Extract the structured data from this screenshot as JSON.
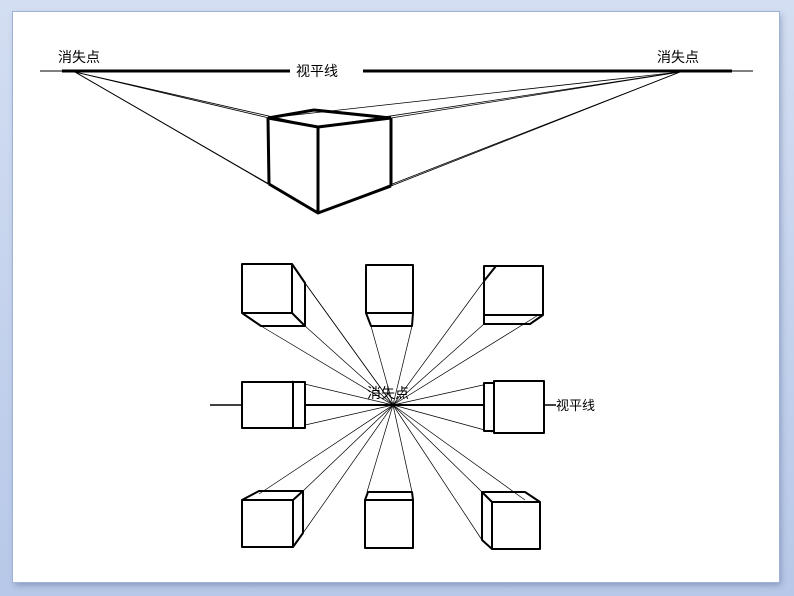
{
  "labels": {
    "vanishing_point_left": "消失点",
    "vanishing_point_right": "消失点",
    "horizon_top": "视平线",
    "vanishing_point_center": "消失点",
    "horizon_bottom": "视平线"
  },
  "colors": {
    "background": "#c9d6ee",
    "slide": "#ffffff",
    "ink": "#000000"
  }
}
